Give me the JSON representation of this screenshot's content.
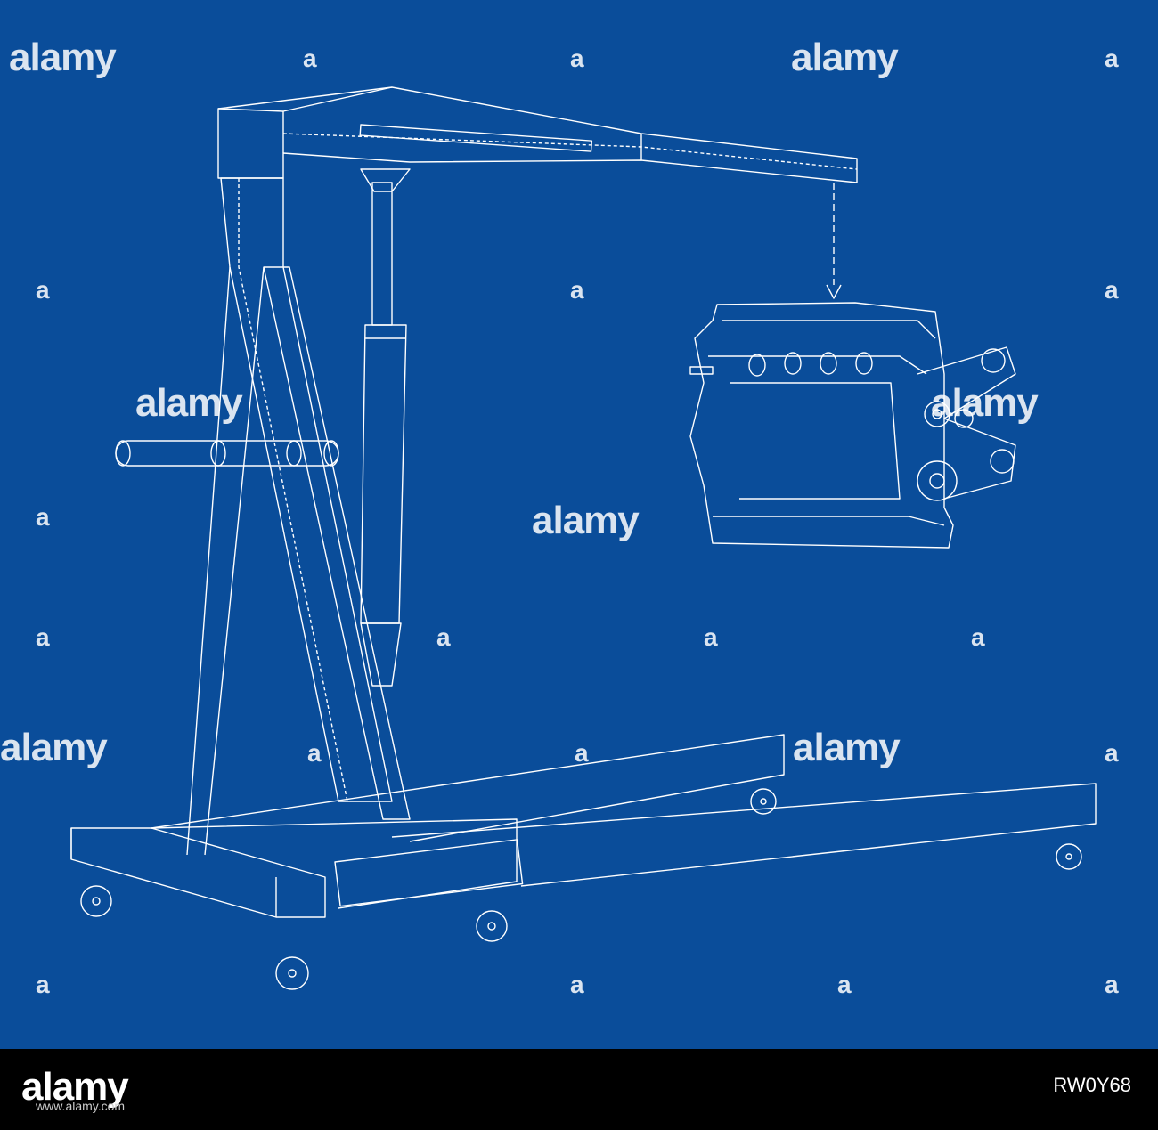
{
  "image": {
    "description": "",
    "colors": {
      "background": "#0a4d9a",
      "lines": "#ffffff",
      "footer": "#000000"
    }
  },
  "watermark": {
    "logo_text": "alamy",
    "mark_glyph": "a"
  },
  "footer": {
    "logo": "alamy",
    "image_id": "RW0Y68",
    "url": "www.alamy.com"
  }
}
